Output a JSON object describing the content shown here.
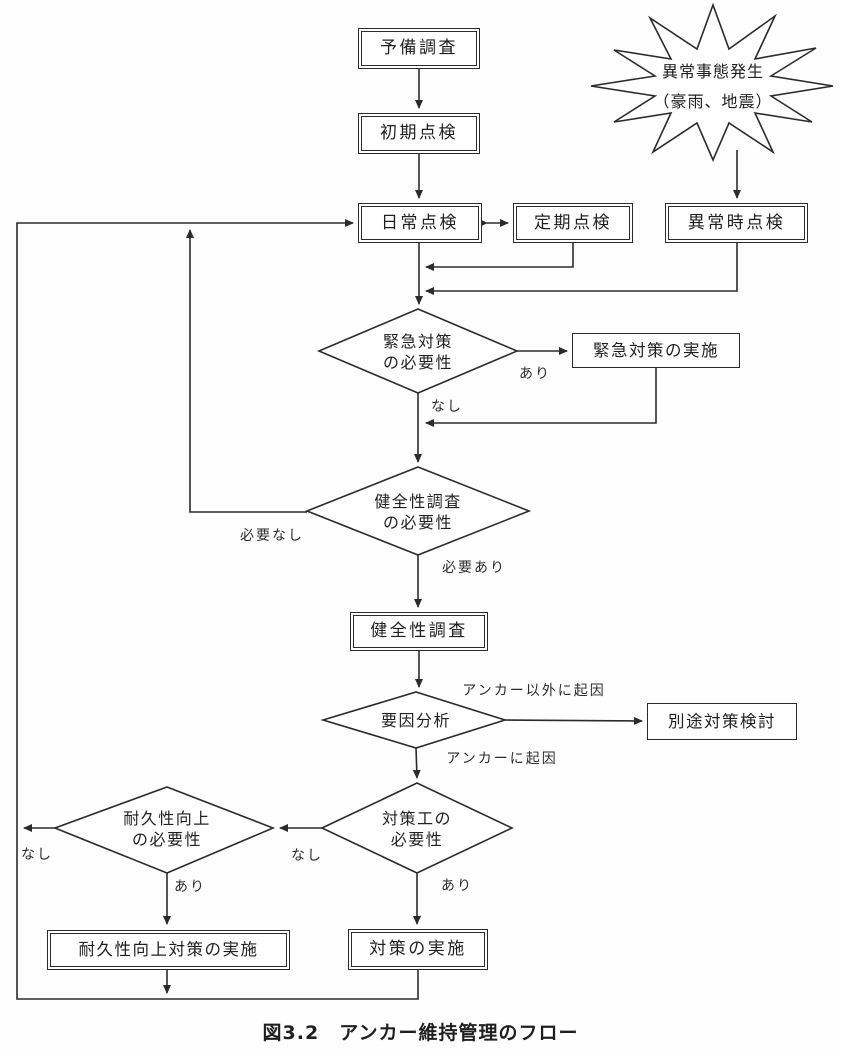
{
  "figure": {
    "caption": "図3.2　アンカー維持管理のフロー"
  },
  "colors": {
    "ink": "#2b2b2b",
    "background": "#ffffff"
  },
  "nodes": {
    "preliminary_survey": {
      "label": "予備調査"
    },
    "initial_inspection": {
      "label": "初期点検"
    },
    "daily_inspection": {
      "label": "日常点検"
    },
    "periodic_inspection": {
      "label": "定期点検"
    },
    "abnormal_inspection": {
      "label": "異常時点検"
    },
    "abnormal_event": {
      "label": "異常事態発生\n（豪雨、地震）"
    },
    "emergency_need": {
      "label": "緊急対策\nの必要性"
    },
    "emergency_implement": {
      "label": "緊急対策の実施"
    },
    "soundness_need": {
      "label": "健全性調査\nの必要性"
    },
    "soundness_survey": {
      "label": "健全性調査"
    },
    "factor_analysis": {
      "label": "要因分析"
    },
    "separate_study": {
      "label": "別途対策検討"
    },
    "measure_need": {
      "label": "対策工の\n必要性"
    },
    "durability_need": {
      "label": "耐久性向上\nの必要性"
    },
    "durability_implement": {
      "label": "耐久性向上対策の実施"
    },
    "measure_implement": {
      "label": "対策の実施"
    }
  },
  "branches": {
    "emergency_yes": {
      "label": "あり"
    },
    "emergency_no": {
      "label": "なし"
    },
    "soundness_no": {
      "label": "必要なし"
    },
    "soundness_yes": {
      "label": "必要あり"
    },
    "cause_other": {
      "label": "アンカー以外に起因"
    },
    "cause_anchor": {
      "label": "アンカーに起因"
    },
    "measure_no": {
      "label": "なし"
    },
    "measure_yes": {
      "label": "あり"
    },
    "durability_no": {
      "label": "なし"
    },
    "durability_yes": {
      "label": "あり"
    }
  }
}
